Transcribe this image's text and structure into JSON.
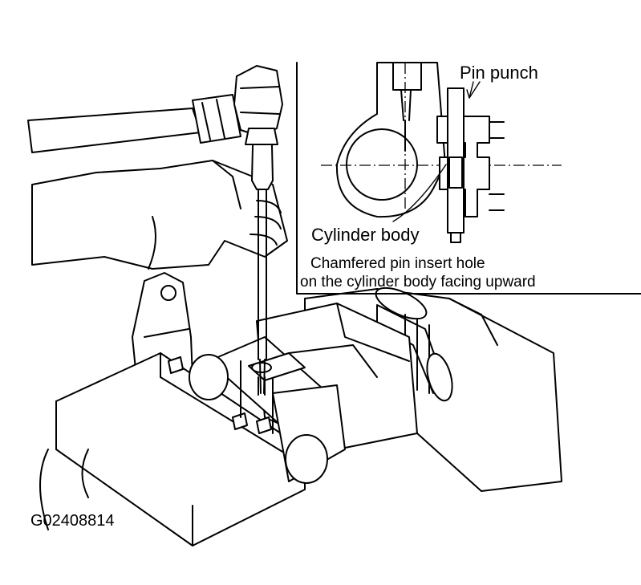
{
  "figure_id": "G02408814",
  "inset": {
    "labels": {
      "pin_punch": "Pin punch",
      "cylinder_body": "Cylinder body",
      "note_line1": "Chamfered pin insert hole",
      "note_line2": "on the cylinder body facing upward"
    }
  }
}
